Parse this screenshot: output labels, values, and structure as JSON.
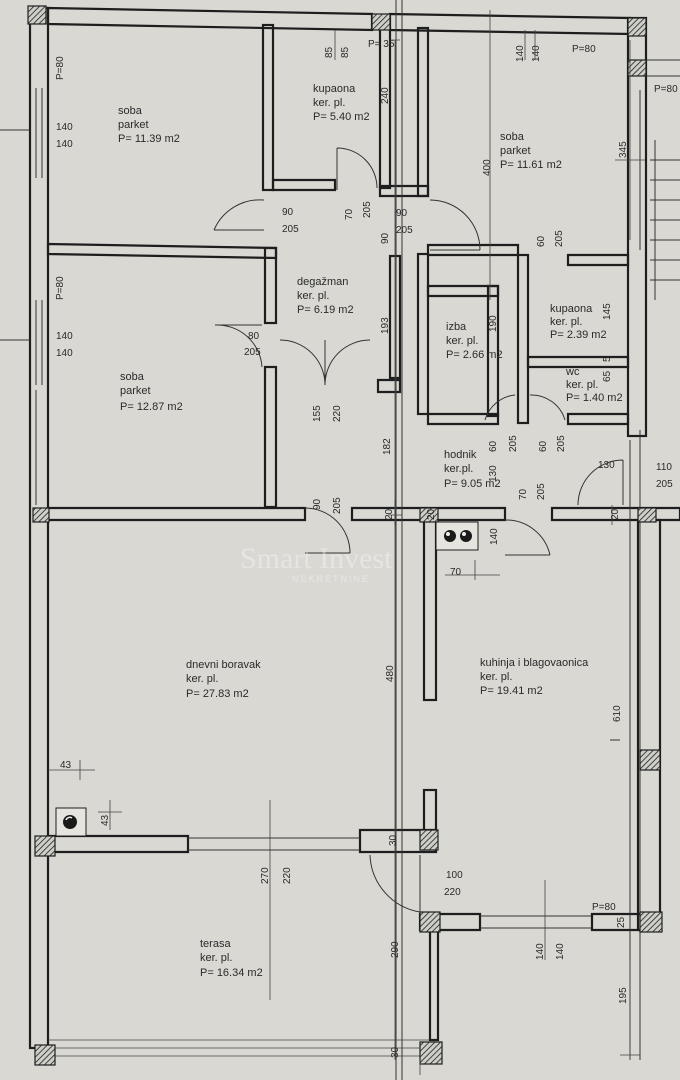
{
  "rooms": [
    {
      "id": "soba1",
      "lines": [
        "soba",
        "parket",
        "P= 11.39 m2"
      ]
    },
    {
      "id": "kupaona1",
      "lines": [
        "kupaona",
        "ker. pl.",
        "P= 5.40 m2"
      ]
    },
    {
      "id": "soba2",
      "lines": [
        "soba",
        "parket",
        "P= 11.61 m2"
      ]
    },
    {
      "id": "degazman",
      "lines": [
        "degažman",
        "ker. pl.",
        "P= 6.19 m2"
      ]
    },
    {
      "id": "soba3",
      "lines": [
        "soba",
        "parket",
        "P= 12.87 m2"
      ]
    },
    {
      "id": "izba",
      "lines": [
        "izba",
        "ker. pl.",
        "P= 2.66 m2"
      ]
    },
    {
      "id": "kupaona2",
      "lines": [
        "kupaona",
        "ker. pl.",
        "P= 2.39 m2"
      ]
    },
    {
      "id": "wc",
      "lines": [
        "wc",
        "ker. pl.",
        "P= 1.40 m2"
      ]
    },
    {
      "id": "hodnik",
      "lines": [
        "hodnik",
        "ker.pl.",
        "P= 9.05 m2"
      ]
    },
    {
      "id": "dnevni",
      "lines": [
        "dnevni boravak",
        "ker. pl.",
        "P= 27.83 m2"
      ]
    },
    {
      "id": "kuhinja",
      "lines": [
        "kuhinja i blagovaonica",
        "ker. pl.",
        "P= 19.41 m2"
      ]
    },
    {
      "id": "terasa",
      "lines": [
        "terasa",
        "ker. pl.",
        "P= 16.34 m2"
      ]
    }
  ],
  "dimensions": {
    "d_p80_top": "P=80",
    "d_140_l1": "140",
    "d_140_l1b": "140",
    "d_p80_mid": "P=80",
    "d_140_l2": "140",
    "d_140_l2b": "140",
    "d_85a": "85",
    "d_85b": "85",
    "d_p35": "P= 35",
    "d_140_t1": "140",
    "d_140_t2": "140",
    "d_p80_tr": "P=80",
    "d_p80_r": "P=80",
    "d_240": "240",
    "d_400": "400",
    "d_345": "345",
    "d_90_a": "90",
    "d_205_a": "205",
    "d_70_b": "70",
    "d_205_b": "205",
    "d_90_c": "90",
    "d_205_c": "205",
    "d_90_v": "90",
    "d_80_a": "80",
    "d_205_d": "205",
    "d_193": "193",
    "d_155": "155",
    "d_220_a": "220",
    "d_182": "182",
    "d_60_a": "60",
    "d_205_e": "205",
    "d_190": "190",
    "d_145": "145",
    "d_65": "65",
    "d_5": "5",
    "d_60_b": "60",
    "d_205_f": "205",
    "d_130": "130",
    "d_60_c": "60",
    "d_205_g": "205",
    "d_70_c": "70",
    "d_205_h": "205",
    "d_130_r": "130",
    "d_110": "110",
    "d_205_i": "205",
    "d_90_e": "90",
    "d_205_j": "205",
    "d_20_a": "20",
    "d_20_b": "20",
    "d_20_c": "20",
    "d_140_k": "140",
    "d_70_k": "70",
    "d_480": "480",
    "d_610": "610",
    "d_43_a": "43",
    "d_43_b": "43",
    "d_270": "270",
    "d_220_b": "220",
    "d_30": "30",
    "d_100": "100",
    "d_220_c": "220",
    "d_p80_b": "P=80",
    "d_25": "25",
    "d_290": "290",
    "d_140_b1": "140",
    "d_140_b2": "140",
    "d_195": "195",
    "d_30_b": "30"
  },
  "watermark": {
    "main": "Smart Invest",
    "sub": "NEKRETNINE"
  },
  "colors": {
    "paper": "#d9d8d3",
    "ink": "#1e1e1e"
  }
}
